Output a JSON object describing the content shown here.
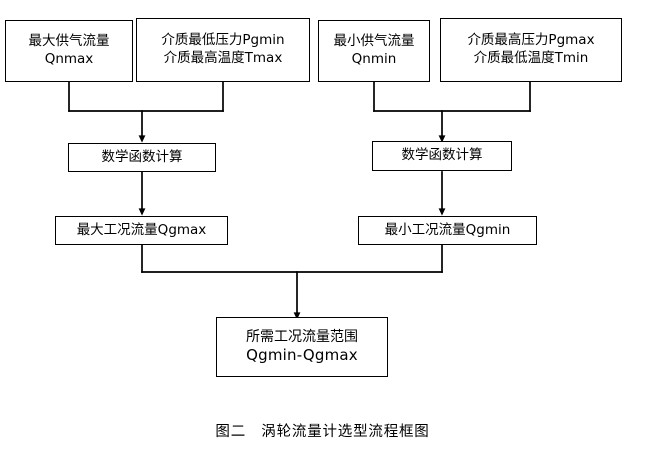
{
  "figure": {
    "caption": "图二　涡轮流量计选型流程框图",
    "type": "flowchart",
    "line_color": "#000000",
    "background_color": "#ffffff"
  },
  "nodes": {
    "max_supply_flow": {
      "line1": "最大供气流量",
      "line2": "Qnmax"
    },
    "min_pressure_max_temp": {
      "line1": "介质最低压力Pgmin",
      "line2": "介质最高温度Tmax"
    },
    "min_supply_flow": {
      "line1": "最小供气流量",
      "line2": "Qnmin"
    },
    "max_pressure_min_temp": {
      "line1": "介质最高压力Pgmax",
      "line2": "介质最低温度Tmin"
    },
    "calc_left": {
      "line1": "数学函数计算"
    },
    "calc_right": {
      "line1": "数学函数计算"
    },
    "result_max": {
      "line1": "最大工况流量Qgmax"
    },
    "result_min": {
      "line1": "最小工况流量Qgmin"
    },
    "final_range": {
      "line1": "所需工况流量范围",
      "line2": "Qgmin-Qgmax"
    }
  },
  "edges": [
    {
      "from": "max_supply_flow",
      "to": "calc_left",
      "style": "merge-arrow"
    },
    {
      "from": "min_pressure_max_temp",
      "to": "calc_left",
      "style": "merge-arrow"
    },
    {
      "from": "min_supply_flow",
      "to": "calc_right",
      "style": "merge-arrow"
    },
    {
      "from": "max_pressure_min_temp",
      "to": "calc_right",
      "style": "merge-arrow"
    },
    {
      "from": "calc_left",
      "to": "result_max",
      "style": "arrow"
    },
    {
      "from": "calc_right",
      "to": "result_min",
      "style": "arrow"
    },
    {
      "from": "result_max",
      "to": "final_range",
      "style": "merge-arrow"
    },
    {
      "from": "result_min",
      "to": "final_range",
      "style": "merge-arrow"
    }
  ]
}
